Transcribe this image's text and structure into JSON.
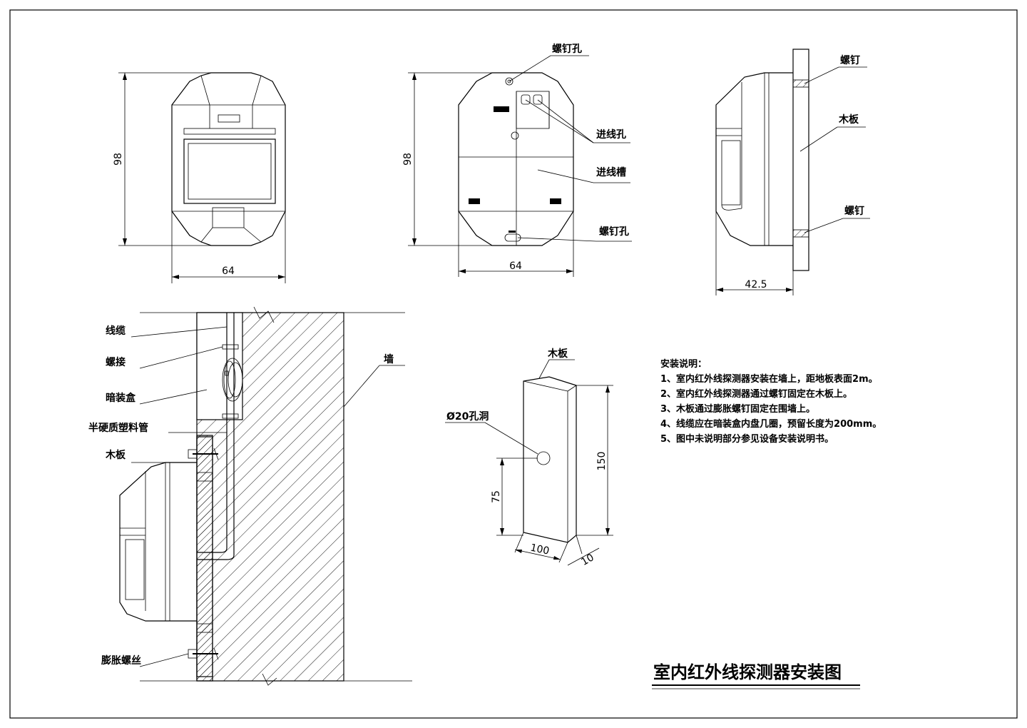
{
  "title": "室内红外线探测器安装图",
  "front_view": {
    "dim_height": "98",
    "dim_width": "64"
  },
  "back_view": {
    "dim_height": "98",
    "dim_width": "64",
    "labels": {
      "screw_hole_top": "螺钉孔",
      "inlet_hole": "进线孔",
      "inlet_slot": "进线槽",
      "screw_hole_bottom": "螺钉孔"
    }
  },
  "side_view": {
    "dim_depth": "42.5",
    "labels": {
      "screw_top": "螺钉",
      "board": "木板",
      "screw_bottom": "螺钉"
    }
  },
  "section_view": {
    "labels": {
      "cable": "线缆",
      "connector": "螺接",
      "concealed_box": "暗装盒",
      "conduit": "半硬质塑料管",
      "board": "木板",
      "expansion_screw": "膨胀螺丝",
      "wall": "墙"
    }
  },
  "board_view": {
    "label_board": "木板",
    "label_hole": "Ø20孔洞",
    "dim_height": "150",
    "dim_hole_height": "75",
    "dim_width": "100",
    "dim_thickness": "10"
  },
  "notes": {
    "heading": "安装说明：",
    "items": [
      "1、室内红外线探测器安装在墙上，距地板表面2m。",
      "2、室内红外线探测器通过螺钉固定在木板上。",
      "3、木板通过膨胀螺钉固定在围墙上。",
      "4、线缆应在暗装盒内盘几圈，预留长度为200mm。",
      "5、图中未说明部分参见设备安装说明书。"
    ]
  }
}
